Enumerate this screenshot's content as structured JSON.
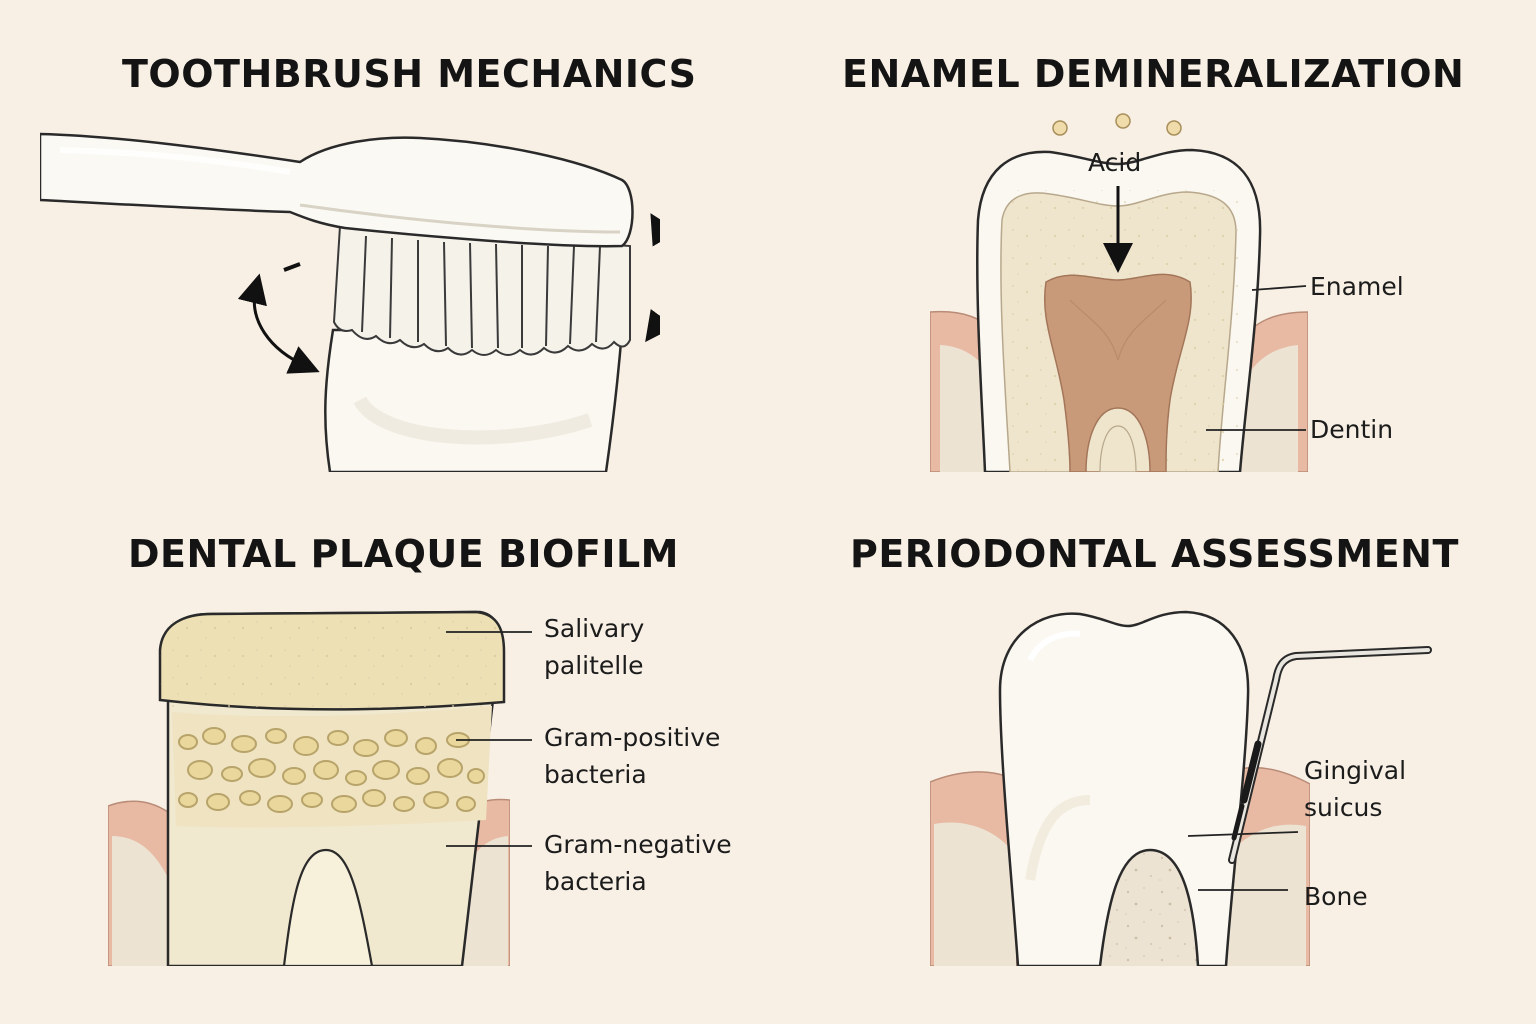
{
  "panels": {
    "toothbrush": {
      "title": "TOOTHBRUSH MECHANICS"
    },
    "enamel": {
      "title": "ENAMEL DEMINERALIZATION",
      "labels": {
        "acid": "Acid",
        "enamel": "Enamel",
        "dentin": "Dentin"
      }
    },
    "plaque": {
      "title": "DENTAL PLAQUE BIOFILM",
      "labels": {
        "salivary_1": "Salivary",
        "salivary_2": "palitelle",
        "gram_pos_1": "Gram-positive",
        "gram_pos_2": "bacteria",
        "gram_neg_1": "Gram-negative",
        "gram_neg_2": "bacteria"
      }
    },
    "periodontal": {
      "title": "PERIODONTAL ASSESSMENT",
      "labels": {
        "gingival_1": "Gingival",
        "gingival_2": "suicus",
        "bone": "Bone"
      }
    }
  },
  "colors": {
    "background": "#f8f0e5",
    "gum": "#e8b9a3",
    "bone": "#ede3d3",
    "tooth": "#f8f4ea",
    "dentin": "#efe5cd",
    "pulp": "#c99a7a",
    "plaque": "#ece0b4"
  }
}
